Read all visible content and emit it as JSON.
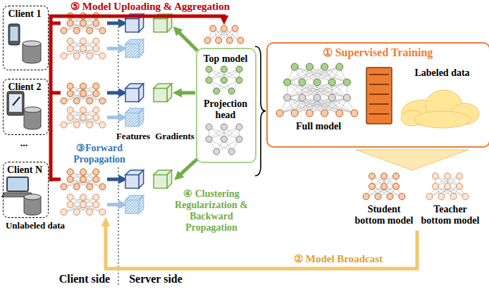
{
  "diagram": {
    "nodes": [
      {
        "text": [
          "Client 1"
        ]
      },
      {
        "text": [
          "Client 2"
        ]
      },
      {
        "text": [
          "Client N"
        ]
      },
      {
        "text": [
          "Top model",
          "Projection head"
        ]
      },
      {
        "text": [
          "① Supervised Training",
          "Full model",
          "Labeled data"
        ]
      }
    ],
    "labels": [
      "⑤ Model Uploading & Aggregation",
      "...",
      "Unlabeled data",
      "Features",
      "Gradients",
      "③Forward Propagation",
      "④ Clustering Regularization & Backward Propagation",
      "Student bottom model",
      "Teacher bottom model",
      "② Model Broadcast",
      "Client side",
      "Server side"
    ]
  }
}
